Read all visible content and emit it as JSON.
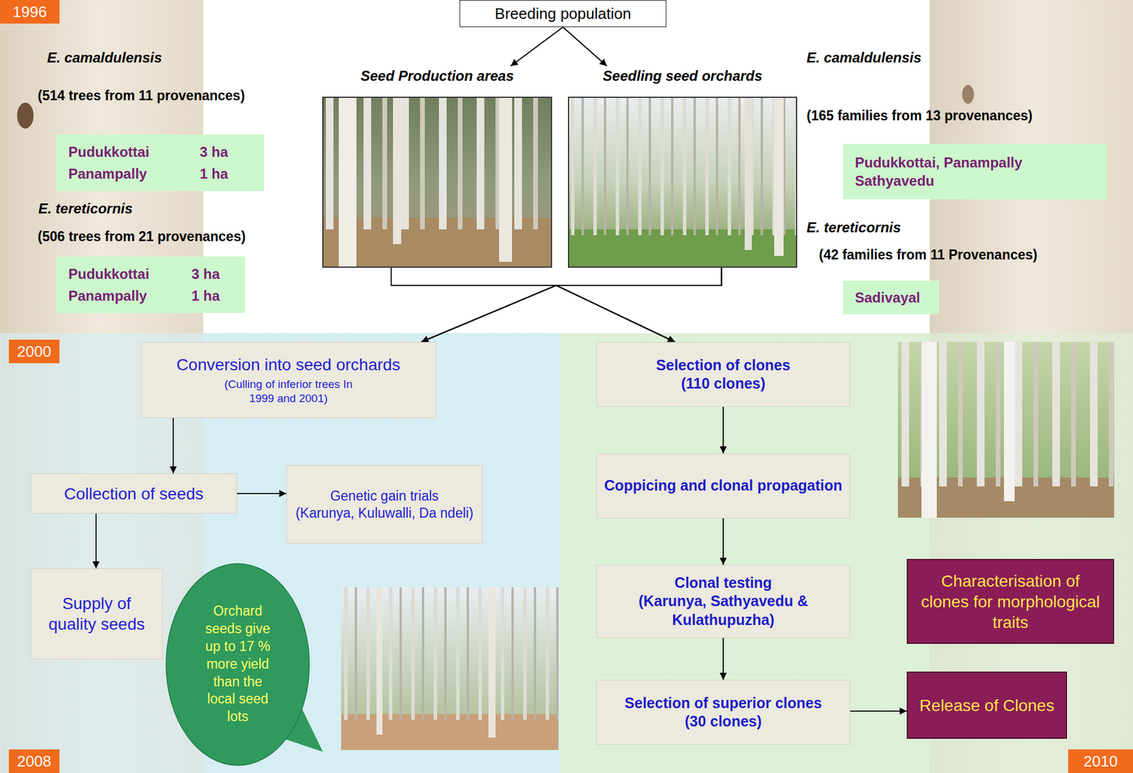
{
  "diagram": {
    "nodes": [
      {
        "text": [
          "1996"
        ]
      },
      {
        "text": [
          "Breeding population"
        ]
      },
      {
        "text": [
          "Pudukkottai",
          "3 ha",
          "Panampally",
          "1 ha"
        ]
      },
      {
        "text": [
          "Pudukkottai",
          "3 ha",
          "Panampally",
          "1 ha"
        ]
      },
      {
        "text": [
          "Seed Production areas"
        ]
      },
      {
        "text": [
          "Seedling seed orchards"
        ]
      },
      {
        "text": [
          "Pudukkottai, Panampally Sathyavedu"
        ]
      },
      {
        "text": [
          "Sadivayal"
        ]
      },
      {
        "text": [
          "2000"
        ]
      },
      {
        "text": [
          "Conversion into seed orchards",
          "(Culling of inferior trees In 1999 and 2001)"
        ]
      },
      {
        "text": [
          "Selection of clones",
          "(110 clones)"
        ]
      },
      {
        "text": [
          "Collection of seeds"
        ]
      },
      {
        "text": [
          "Genetic gain trials",
          "(Karunya, Kuluwalli, Da ndeli)"
        ]
      },
      {
        "text": [
          "Coppicing and clonal propagation"
        ]
      },
      {
        "text": [
          "Supply of quality seeds"
        ]
      },
      {
        "text": [
          "Orchard seeds give up to 17 % more yield than the local seed lots"
        ]
      },
      {
        "text": [
          "Clonal testing",
          "(Karunya, Sathyavedu & Kulathupuzha)"
        ]
      },
      {
        "text": [
          "Characterisation of clones for morphological traits"
        ]
      },
      {
        "text": [
          "Selection of superior clones",
          "(30 clones)"
        ]
      },
      {
        "text": [
          "Release of Clones"
        ]
      },
      {
        "text": [
          "2008"
        ]
      },
      {
        "text": [
          "2010"
        ]
      }
    ],
    "edges": [
      {
        "from": 1,
        "to": 4,
        "arrow": "to"
      },
      {
        "from": 1,
        "to": 5,
        "arrow": "to"
      },
      {
        "from": 4,
        "to": 9,
        "arrow": "to"
      },
      {
        "from": 4,
        "to": 10,
        "arrow": "to"
      },
      {
        "from": 5,
        "to": 9,
        "arrow": "to"
      },
      {
        "from": 5,
        "to": 10,
        "arrow": "to"
      },
      {
        "from": 9,
        "to": 11,
        "arrow": "to"
      },
      {
        "from": 11,
        "to": 12,
        "arrow": "to"
      },
      {
        "from": 11,
        "to": 14,
        "arrow": "to"
      },
      {
        "from": 10,
        "to": 13,
        "arrow": "to"
      },
      {
        "from": 13,
        "to": 16,
        "arrow": "to"
      },
      {
        "from": 16,
        "to": 18,
        "arrow": "to"
      },
      {
        "from": 18,
        "to": 19,
        "arrow": "to"
      }
    ],
    "labels": [
      "E. camaldulensis",
      "(514 trees from 11 provenances)",
      "E. tereticornis",
      "(506 trees from 21 provenances)",
      "E. camaldulensis",
      "(165 families from 13 provenances)",
      "E. tereticornis",
      "(42 families from 11 Provenances)"
    ]
  }
}
